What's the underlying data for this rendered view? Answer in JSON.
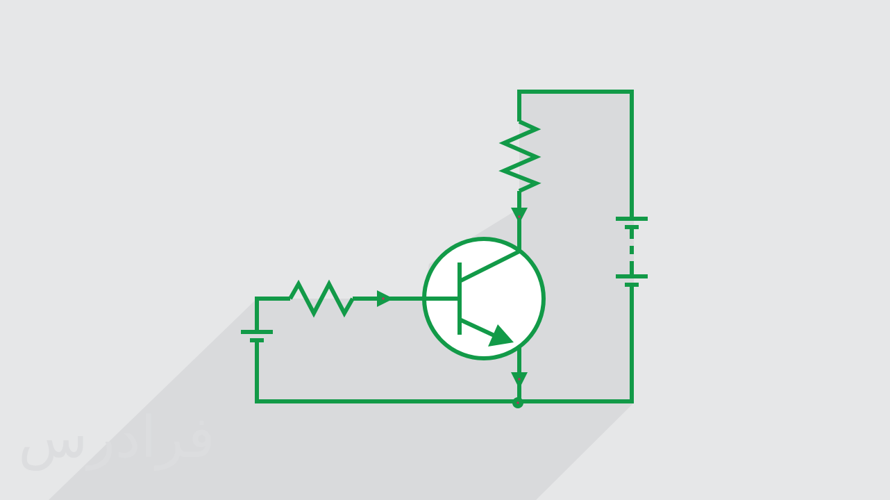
{
  "diagram": {
    "type": "common-emitter-transistor-circuit",
    "components": [
      {
        "id": "transistor",
        "kind": "npn-bjt"
      },
      {
        "id": "base-resistor",
        "kind": "resistor"
      },
      {
        "id": "collector-resistor",
        "kind": "resistor"
      },
      {
        "id": "base-battery",
        "kind": "dc-source"
      },
      {
        "id": "collector-battery",
        "kind": "multi-cell-dc-source"
      },
      {
        "id": "ground-junction",
        "kind": "junction"
      }
    ],
    "current_arrows": [
      "base-current-arrow",
      "collector-current-arrow",
      "emitter-current-arrow"
    ]
  },
  "colors": {
    "background": "#e6e7e8",
    "shadow": "#d9dadc",
    "wire": "#129a48",
    "transistor_fill": "#ffffff",
    "arrow_dot": "#b0365a",
    "watermark": "#dcdddf"
  },
  "watermark": {
    "text": "فرادرس"
  }
}
